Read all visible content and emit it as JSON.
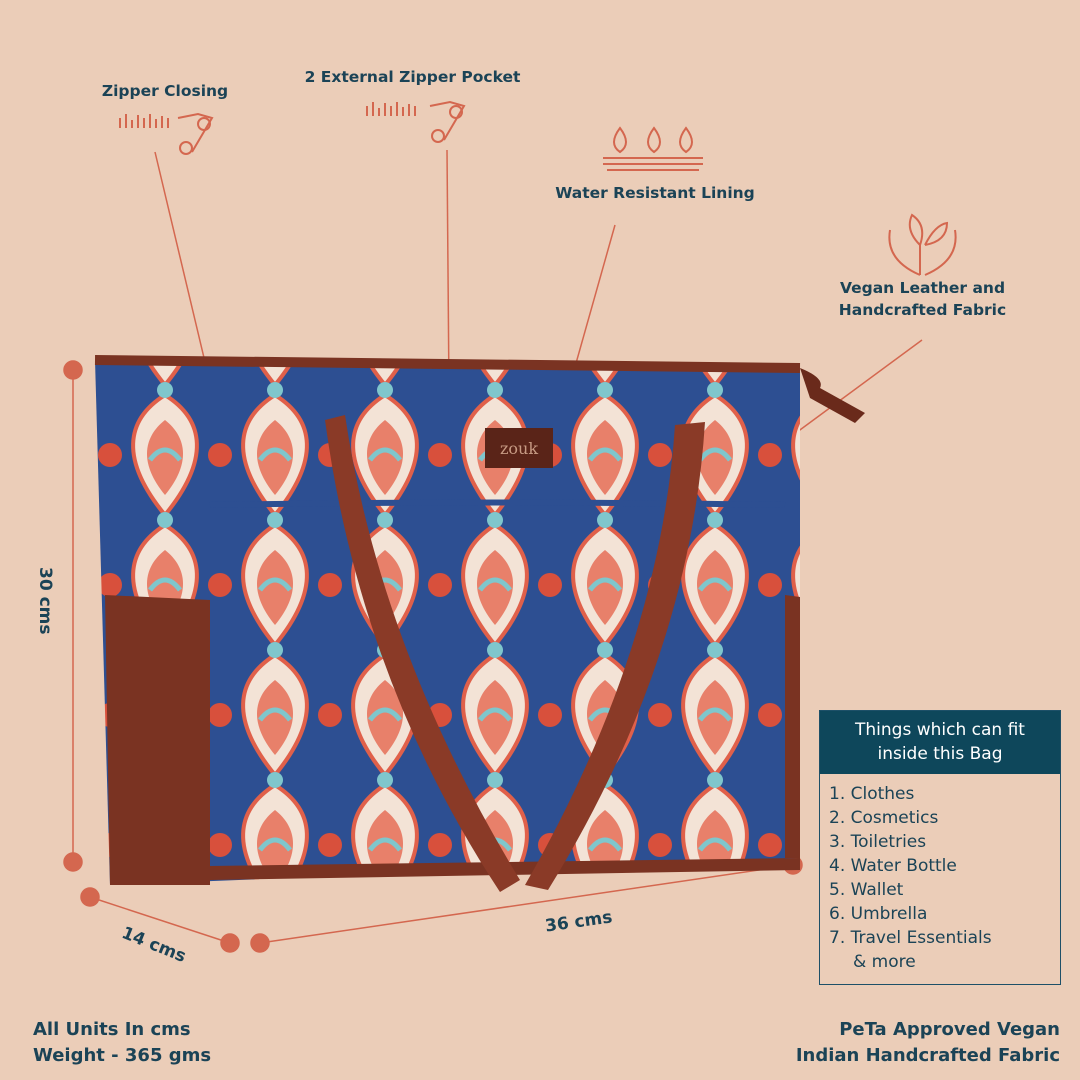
{
  "callouts": {
    "zipper_closing": "Zipper Closing",
    "external_pocket": "2 External Zipper Pocket",
    "water_resistant": "Water Resistant Lining",
    "vegan_leather_line1": "Vegan Leather and",
    "vegan_leather_line2": "Handcrafted Fabric"
  },
  "dimensions": {
    "height": "30 cms",
    "depth": "14 cms",
    "width": "36 cms"
  },
  "brand_label": "zouk",
  "fit_box": {
    "title_line1": "Things which can fit",
    "title_line2": "inside this Bag",
    "items": [
      "1. Clothes",
      "2. Cosmetics",
      "3. Toiletries",
      "4. Water Bottle",
      "5. Wallet",
      "6. Umbrella",
      "7. Travel Essentials"
    ],
    "more": "& more"
  },
  "footer": {
    "units": "All Units In cms",
    "weight": "Weight - 365 gms",
    "peta_line1": "PeTa Approved Vegan",
    "peta_line2": "Indian Handcrafted Fabric"
  },
  "colors": {
    "background": "#ebcdb8",
    "accent": "#d4674f",
    "navy": "#0e475b",
    "leather": "#7a3322"
  }
}
